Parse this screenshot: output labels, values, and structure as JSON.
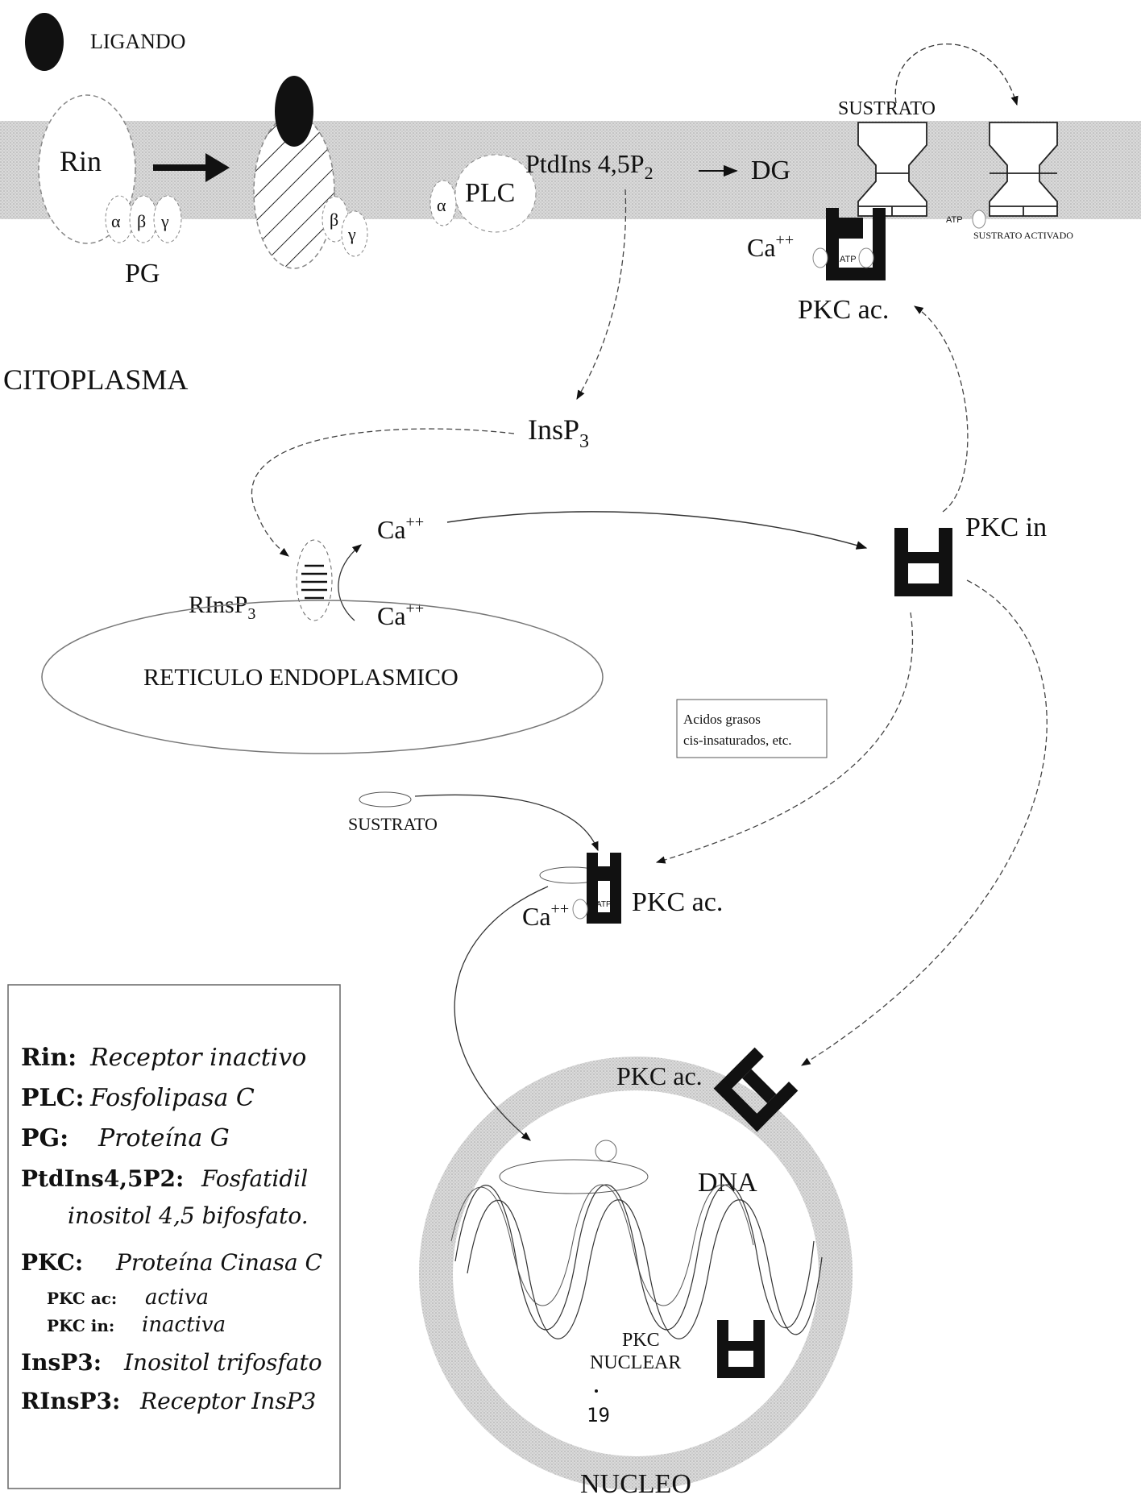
{
  "labels": {
    "ligando": "LIGANDO",
    "rin": "Rin",
    "alpha": "α",
    "beta": "β",
    "gamma": "γ",
    "pg": "PG",
    "plc": "PLC",
    "ptdins": "PtdIns 4,5P",
    "ptdins_sub": "2",
    "dg": "DG",
    "sustrato_top": "SUSTRATO",
    "sustrato_activado": "SUSTRATO ACTIVADO",
    "atp": "ATP",
    "ca": "Ca",
    "ca_sup": "++",
    "pkc_ac": "PKC ac.",
    "citoplasma": "CITOPLASMA",
    "insp3": "InsP",
    "insp3_sub": "3",
    "rinsp3": "RInsP",
    "rinsp3_sub": "3",
    "pkc_in": "PKC in",
    "reticulo": "RETICULO ENDOPLASMICO",
    "acidos_line1": "Acidos grasos",
    "acidos_line2": "cis-insaturados, etc.",
    "sustrato_mid": "SUSTRATO",
    "dna": "DNA",
    "pkc_nuclear_1": "PKC",
    "pkc_nuclear_2": "NUCLEAR",
    "page_number": "19",
    "nucleo": "NUCLEO"
  },
  "legend": [
    {
      "term": "Rin:",
      "desc": "Receptor inactivo"
    },
    {
      "term": "PLC:",
      "desc": "Fosfolipasa C"
    },
    {
      "term": "PG:",
      "desc": "Proteína G"
    },
    {
      "term": "PtdIns4,5P2:",
      "desc": "Fosfatidil"
    },
    {
      "term": "",
      "desc": "inositol 4,5 bifosfato."
    },
    {
      "term": "PKC:",
      "desc": "Proteína Cinasa C"
    },
    {
      "term": "PKC ac:",
      "desc": "activa"
    },
    {
      "term": "PKC in:",
      "desc": "inactiva"
    },
    {
      "term": "InsP3:",
      "desc": "Inositol trifosfato"
    },
    {
      "term": "RInsP3:",
      "desc": "Receptor InsP3"
    }
  ]
}
